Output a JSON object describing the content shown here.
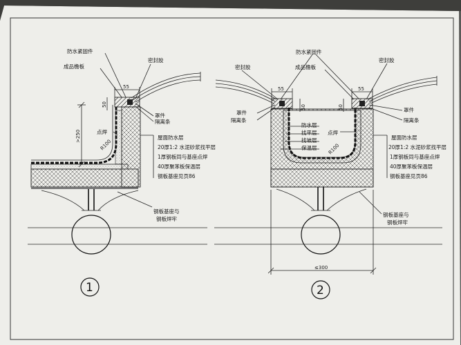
{
  "detail1": {
    "number": "1",
    "labels": {
      "waterproof_fixing": "防水紧固件",
      "product_gutter": "成品檐板",
      "sealant": "密封胶",
      "cover_piece": "罩件",
      "insulation_strip": "隔离条",
      "spot_weld": "点焊",
      "roof_waterproof": "屋面防水层",
      "mortar_screed": "20厚1:2 水泥砂浆找平层",
      "steel_plate": "1厚钢板同与基座点焊",
      "insulation_board": "40厚聚苯板保温层",
      "steel_base": "钢板基座见页86",
      "weld_note_1": "钢板基座与",
      "weld_note_2": "钢板焊牢"
    },
    "dims": {
      "d55": "55",
      "d50": "50",
      "d250": ">250",
      "r100": "R100"
    }
  },
  "detail2": {
    "number": "2",
    "labels": {
      "waterproof_fixing": "防水紧固件",
      "product_gutter": "成品檐板",
      "sealant_left": "密封胶",
      "sealant_right": "密封胶",
      "cover_left": "罩件",
      "cover_right": "罩件",
      "insulation_left": "隔离条",
      "insulation_right": "隔离条",
      "waterproof_layer": "防水层",
      "screed_layer": "找平层",
      "slope_layer": "找坡层",
      "insul_layer": "保温层",
      "spot_weld": "点焊",
      "roof_waterproof": "屋面防水层",
      "mortar_screed": "20厚1:2 水泥砂浆找平层",
      "steel_plate": "1厚钢板同与基座点焊",
      "insulation_board": "40厚聚苯板保温层",
      "steel_base": "钢板基座见页86",
      "weld_note_1": "钢板基座与",
      "weld_note_2": "钢板焊牢"
    },
    "dims": {
      "d55a": "55",
      "d55b": "55",
      "d50a": "50",
      "d50b": "50",
      "r100": "R100",
      "d300": "≤300"
    }
  }
}
